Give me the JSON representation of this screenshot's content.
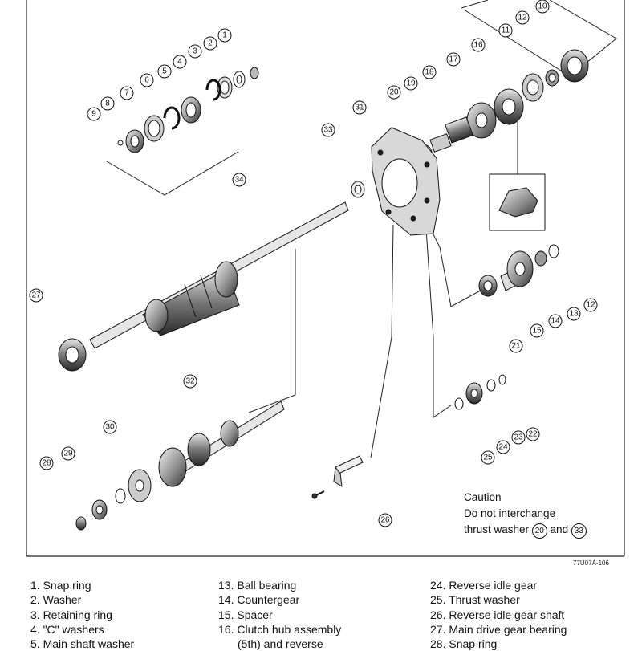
{
  "figure_id": "77U07A-106",
  "caution": {
    "title": "Caution",
    "line1": "Do not interchange",
    "line2_prefix": "thrust washer ",
    "washer_a": "20",
    "line2_and": " and ",
    "washer_b": "33"
  },
  "callouts": [
    "1",
    "2",
    "3",
    "4",
    "5",
    "6",
    "7",
    "8",
    "9",
    "10",
    "11",
    "12",
    "12",
    "13",
    "14",
    "15",
    "16",
    "17",
    "18",
    "19",
    "20",
    "21",
    "22",
    "23",
    "24",
    "25",
    "26",
    "27",
    "28",
    "29",
    "30",
    "31",
    "32",
    "33",
    "34"
  ],
  "legend": {
    "col1": [
      "1. Snap ring",
      "2. Washer",
      "3. Retaining ring",
      "4. \"C\" washers",
      "5. Main shaft washer"
    ],
    "col2": [
      "13. Ball bearing",
      "14. Countergear",
      "15. Spacer",
      "16. Clutch hub assembly",
      "(5th) and reverse"
    ],
    "col3": [
      "24. Reverse idle gear",
      "25. Thrust washer",
      "26. Reverse idle gear shaft",
      "27. Main drive gear bearing",
      "28. Snap ring"
    ]
  }
}
